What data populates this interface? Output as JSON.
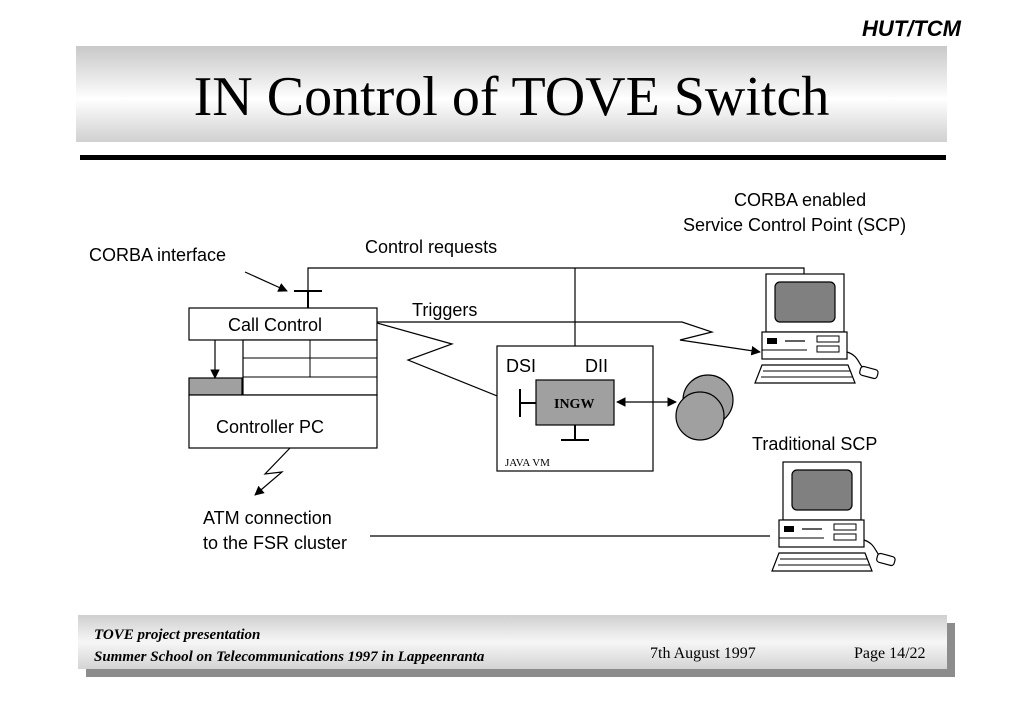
{
  "header": {
    "brand": "HUT/TCM",
    "title": "IN Control of TOVE Switch"
  },
  "diagram": {
    "corba_interface": "CORBA interface",
    "control_requests": "Control requests",
    "triggers": "Triggers",
    "call_control": "Call Control",
    "controller_pc": "Controller PC",
    "dsi": "DSI",
    "dii": "DII",
    "ingw": "INGW",
    "java_vm": "JAVA VM",
    "corba_scp_line1": "CORBA enabled",
    "corba_scp_line2": "Service Control Point (SCP)",
    "traditional_scp": "Traditional SCP",
    "atm_line1": "ATM connection",
    "atm_line2": "to the FSR cluster"
  },
  "footer": {
    "line1": "TOVE project presentation",
    "line2": "Summer School on Telecommunications 1997 in Lappeenranta",
    "date": "7th August 1997",
    "page": "Page 14/22"
  },
  "colors": {
    "gray_box": "#a0a0a0",
    "screen": "#808080"
  },
  "icons": [
    "computer-terminal-icon",
    "mouse-icon",
    "database-cylinder-icon",
    "lightning-link-icon"
  ]
}
